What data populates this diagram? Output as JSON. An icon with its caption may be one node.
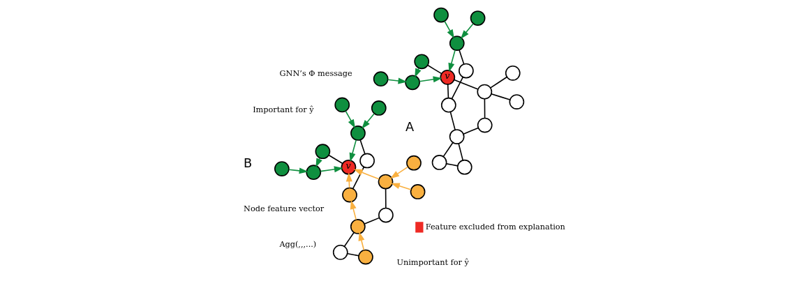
{
  "diagram": {
    "nodes": [
      {
        "text": [
          "v"
        ]
      },
      {
        "text": [],
        "shape": "circle"
      },
      {
        "text": [],
        "shape": "circle"
      },
      {
        "text": [],
        "shape": "circle"
      },
      {
        "text": [],
        "shape": "circle"
      },
      {
        "text": [],
        "shape": "circle"
      },
      {
        "text": [],
        "shape": "circle"
      },
      {
        "text": [],
        "shape": "circle"
      },
      {
        "text": [],
        "shape": "circle"
      },
      {
        "text": [],
        "shape": "circle"
      },
      {
        "text": [],
        "shape": "circle"
      },
      {
        "text": [],
        "shape": "circle"
      },
      {
        "text": [],
        "shape": "circle"
      },
      {
        "text": [],
        "shape": "circle"
      },
      {
        "text": [],
        "shape": "circle"
      },
      {
        "text": [],
        "shape": "circle"
      },
      {
        "text": [
          "v"
        ]
      },
      {
        "text": [],
        "shape": "circle"
      },
      {
        "text": [],
        "shape": "circle"
      },
      {
        "text": [],
        "shape": "circle"
      },
      {
        "text": [],
        "shape": "circle"
      },
      {
        "text": [],
        "shape": "circle"
      },
      {
        "text": [],
        "shape": "circle"
      },
      {
        "text": [],
        "shape": "circle"
      },
      {
        "text": [],
        "shape": "circle"
      },
      {
        "text": [],
        "shape": "circle"
      },
      {
        "text": [],
        "shape": "circle"
      },
      {
        "text": [],
        "shape": "circle"
      },
      {
        "text": [],
        "shape": "circle"
      },
      {
        "text": [],
        "shape": "circle"
      },
      {
        "text": [],
        "shape": "circle"
      },
      {
        "text": [],
        "shape": "circle"
      }
    ],
    "edges": [
      {
        "from": 1,
        "to": 2,
        "arrow": "to",
        "color": "#0f8f3f"
      },
      {
        "from": 3,
        "to": 2,
        "arrow": "to",
        "color": "#0f8f3f"
      },
      {
        "from": 2,
        "to": 0,
        "arrow": "to",
        "color": "#0f8f3f"
      },
      {
        "from": 2,
        "to": 4,
        "arrow": "none"
      },
      {
        "from": 4,
        "to": 5,
        "arrow": "none"
      },
      {
        "from": 5,
        "to": 0,
        "arrow": "to",
        "color": "#f9b040"
      },
      {
        "from": 7,
        "to": 5,
        "arrow": "to",
        "color": "#f9b040"
      },
      {
        "from": 6,
        "to": 7,
        "arrow": "none"
      },
      {
        "from": 6,
        "to": 8,
        "arrow": "none"
      },
      {
        "from": 8,
        "to": 7,
        "arrow": "to",
        "color": "#f9b040"
      },
      {
        "from": 7,
        "to": 9,
        "arrow": "none"
      },
      {
        "from": 9,
        "to": 13,
        "arrow": "none"
      },
      {
        "from": 13,
        "to": 0,
        "arrow": "to",
        "color": "#f9b040"
      },
      {
        "from": 14,
        "to": 13,
        "arrow": "to",
        "color": "#f9b040"
      },
      {
        "from": 15,
        "to": 13,
        "arrow": "to",
        "color": "#f9b040"
      },
      {
        "from": 10,
        "to": 0,
        "arrow": "to",
        "color": "#0f8f3f"
      },
      {
        "from": 11,
        "to": 10,
        "arrow": "to",
        "color": "#0f8f3f"
      },
      {
        "from": 12,
        "to": 10,
        "arrow": "to",
        "color": "#0f8f3f"
      },
      {
        "from": 0,
        "to": 12,
        "arrow": "none"
      },
      {
        "from": 17,
        "to": 18,
        "arrow": "to",
        "color": "#0f8f3f"
      },
      {
        "from": 19,
        "to": 18,
        "arrow": "to",
        "color": "#0f8f3f"
      },
      {
        "from": 18,
        "to": 16,
        "arrow": "to",
        "color": "#0f8f3f"
      },
      {
        "from": 18,
        "to": 20,
        "arrow": "none"
      },
      {
        "from": 20,
        "to": 21,
        "arrow": "none"
      },
      {
        "from": 21,
        "to": 16,
        "arrow": "none"
      },
      {
        "from": 21,
        "to": 23,
        "arrow": "none"
      },
      {
        "from": 22,
        "to": 23,
        "arrow": "none"
      },
      {
        "from": 22,
        "to": 24,
        "arrow": "none"
      },
      {
        "from": 23,
        "to": 24,
        "arrow": "none"
      },
      {
        "from": 23,
        "to": 25,
        "arrow": "none"
      },
      {
        "from": 25,
        "to": 29,
        "arrow": "none"
      },
      {
        "from": 16,
        "to": 29,
        "arrow": "none"
      },
      {
        "from": 29,
        "to": 30,
        "arrow": "none"
      },
      {
        "from": 29,
        "to": 31,
        "arrow": "none"
      },
      {
        "from": 26,
        "to": 16,
        "arrow": "to",
        "color": "#0f8f3f"
      },
      {
        "from": 27,
        "to": 26,
        "arrow": "to",
        "color": "#0f8f3f"
      },
      {
        "from": 28,
        "to": 26,
        "arrow": "to",
        "color": "#0f8f3f"
      },
      {
        "from": 16,
        "to": 28,
        "arrow": "none"
      }
    ],
    "labels": [
      "A",
      "B"
    ],
    "legend": [
      {
        "text": "GNN’s Φ message"
      },
      {
        "text": "Agg(,,,...)"
      },
      {
        "text": "Important for ŷ"
      },
      {
        "text": "Unimportant for ŷ"
      },
      {
        "text": "Node feature vector"
      },
      {
        "text": "Feature excluded from explanation",
        "color": "#ee2a24"
      }
    ]
  }
}
